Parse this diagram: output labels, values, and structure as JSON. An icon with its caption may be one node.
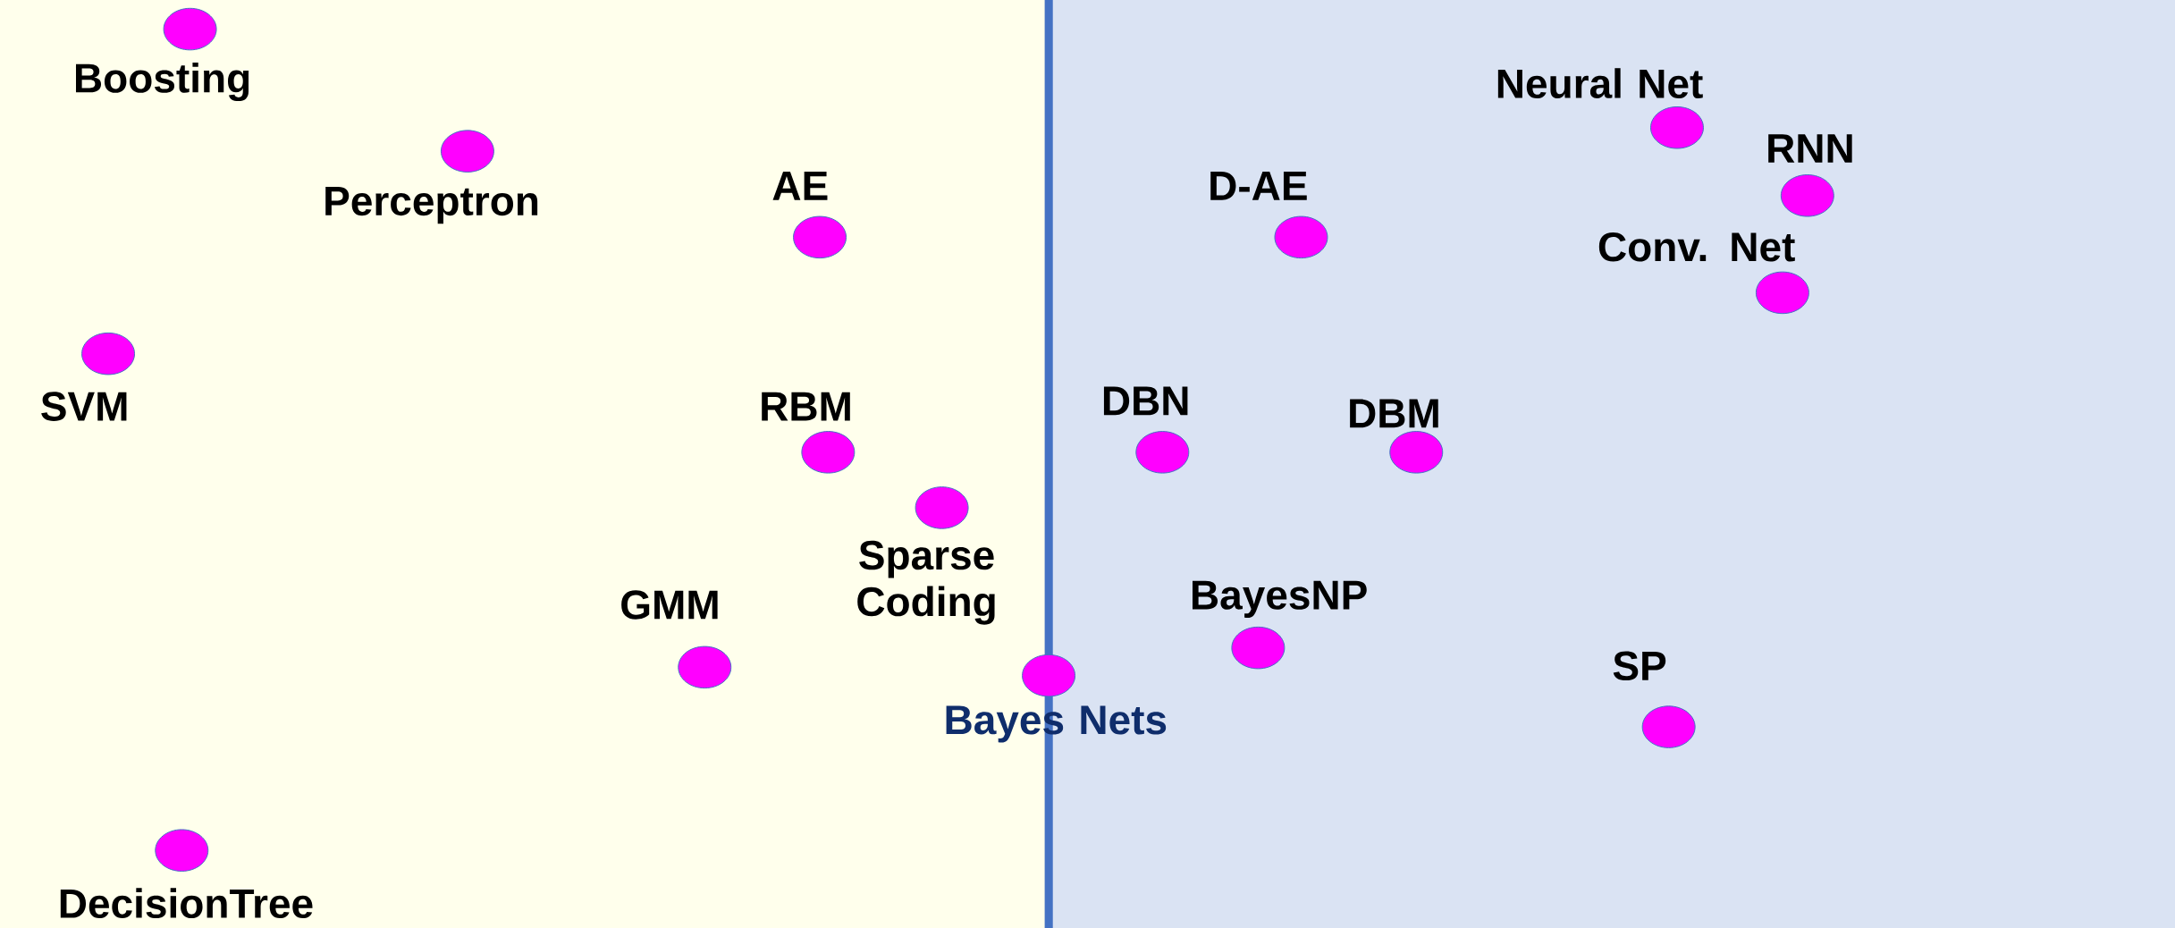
{
  "diagram": {
    "nodes": [
      {
        "text": [
          "Boosting"
        ]
      },
      {
        "text": [
          "Perceptron"
        ]
      },
      {
        "text": [
          "AE"
        ]
      },
      {
        "text": [
          "SVM"
        ]
      },
      {
        "text": [
          "RBM"
        ]
      },
      {
        "text": [
          "Sparse Coding"
        ]
      },
      {
        "text": [
          "GMM"
        ]
      },
      {
        "text": [
          "DecisionTree"
        ]
      },
      {
        "text": [
          "Bayes Nets"
        ]
      },
      {
        "text": [
          "Neural Net"
        ]
      },
      {
        "text": [
          "RNN"
        ]
      },
      {
        "text": [
          "D-AE"
        ]
      },
      {
        "text": [
          "Conv. Net"
        ]
      },
      {
        "text": [
          "DBN"
        ]
      },
      {
        "text": [
          "DBM"
        ]
      },
      {
        "text": [
          "BayesNP"
        ]
      },
      {
        "text": [
          "SP"
        ]
      }
    ]
  }
}
